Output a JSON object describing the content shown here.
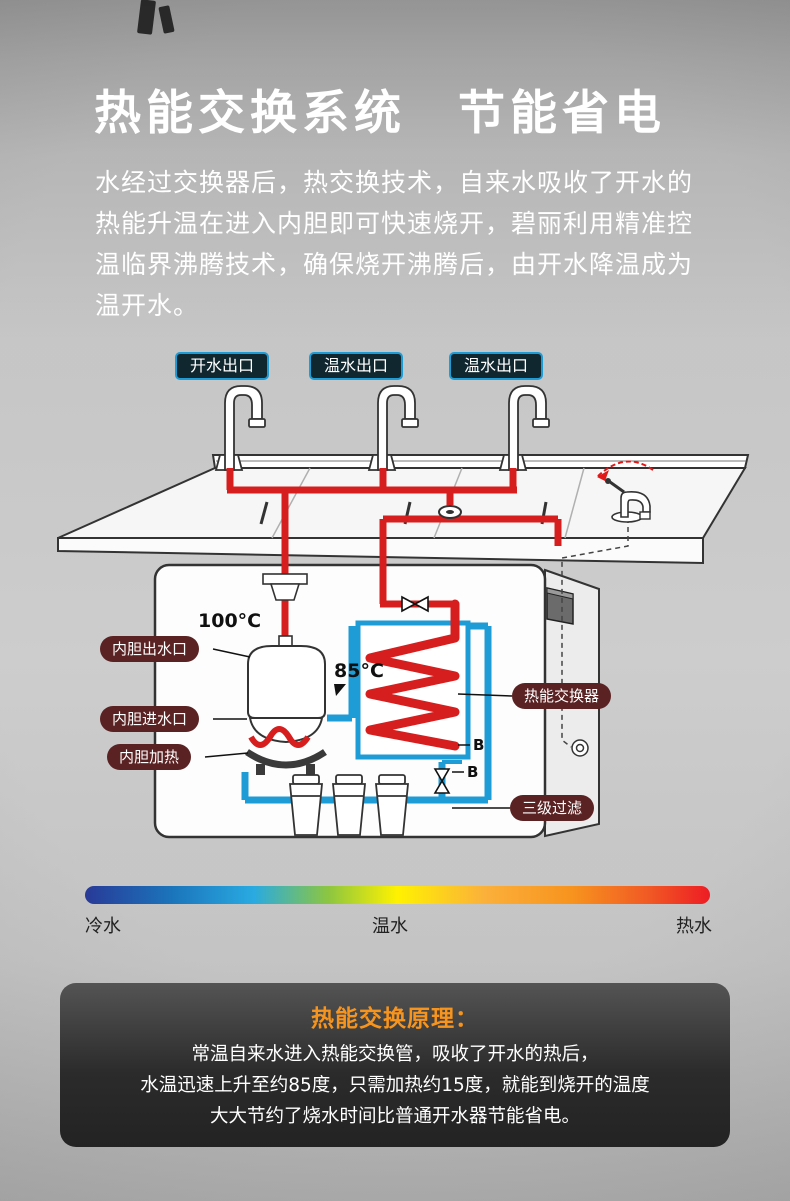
{
  "header": {
    "title": "热能交换系统　节能省电",
    "intro": "水经过交换器后，热交换技术，自来水吸收了开水的热能升温在进入内胆即可快速烧开，碧丽利用精准控温临界沸腾技术，确保烧开沸腾后，由开水降温成为温开水。"
  },
  "diagram": {
    "outlets": [
      {
        "label": "开水出口"
      },
      {
        "label": "温水出口"
      },
      {
        "label": "温水出口"
      }
    ],
    "labels": {
      "tank_outlet": "内胆出水口",
      "tank_inlet": "内胆进水口",
      "tank_heater": "内胆加热",
      "heat_exchanger": "热能交换器",
      "filter": "三级过滤"
    },
    "temperatures": {
      "boiling": "100°C",
      "preheated": "85°C"
    },
    "connection_marks": [
      "B",
      "B"
    ],
    "colors": {
      "hot_pipe": "#d61e1e",
      "cold_pipe": "#1e9cd6",
      "part_pill": "#5a2222",
      "outlet_pill_border": "#1e9cd6"
    }
  },
  "temperature_scale": {
    "cold": "冷水",
    "warm": "温水",
    "hot": "热水",
    "gradient": [
      "#283a97",
      "#1b75bb",
      "#29aae1",
      "#8dc63f",
      "#fff200",
      "#fbb03b",
      "#f7931e",
      "#f15a24",
      "#ed1c24"
    ]
  },
  "principle": {
    "title": "热能交换原理：",
    "lines": [
      "常温自来水进入热能交换管，吸收了开水的热后，",
      "水温迅速上升至约85度，只需加热约15度，就能到烧开的温度",
      "大大节约了烧水时间比普通开水器节能省电。"
    ]
  }
}
